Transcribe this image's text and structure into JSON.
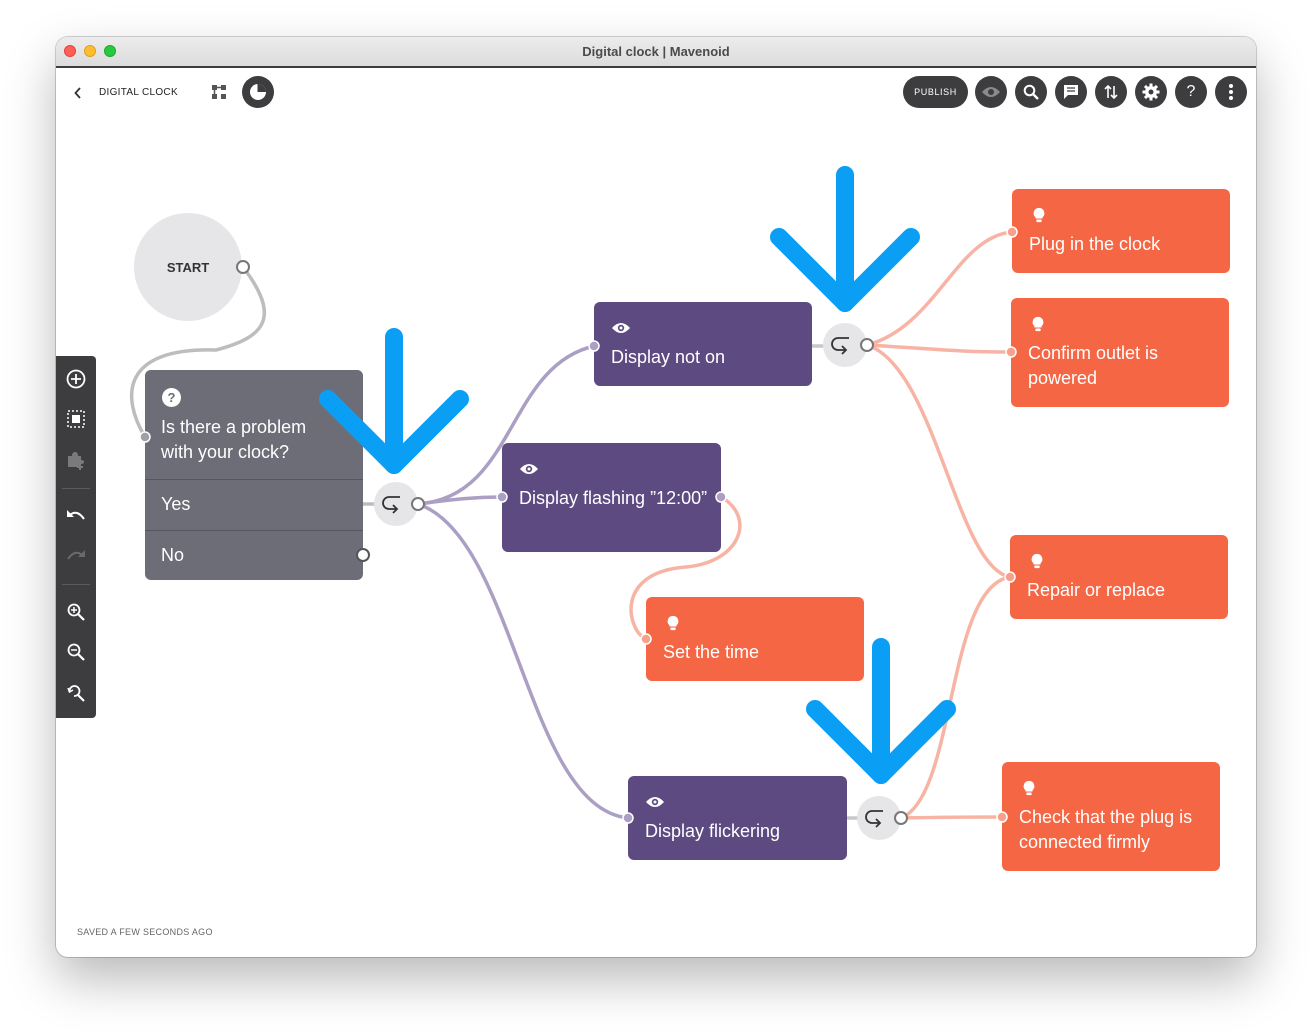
{
  "window": {
    "title": "Digital clock | Mavenoid"
  },
  "toolbar": {
    "back_icon": "chevron-left-icon",
    "breadcrumb": "DIGITAL CLOCK",
    "publish_label": "PUBLISH",
    "buttons": [
      "pie-chart-icon",
      "eye-icon",
      "search-icon",
      "comment-icon",
      "import-export-icon",
      "gear-icon",
      "help-icon",
      "more-vertical-icon"
    ]
  },
  "left_tools": [
    "add-node-icon",
    "select-icon",
    "puzzle-add-icon",
    "undo-icon",
    "redo-icon",
    "zoom-in-icon",
    "zoom-out-icon",
    "zoom-reset-icon"
  ],
  "flow": {
    "start_label": "START",
    "question": {
      "icon": "question-icon",
      "text": "Is there a problem with your clock?",
      "options": [
        "Yes",
        "No"
      ]
    },
    "nodes": {
      "display_not_on": "Display not on",
      "display_flashing": "Display flashing ”12:00”",
      "display_flickering": "Display flickering",
      "set_time": "Set the time",
      "plug_in": "Plug in the clock",
      "confirm_outlet": "Confirm outlet is powered",
      "repair_replace": "Repair or replace",
      "check_plug": "Check that the plug is connected firmly"
    }
  },
  "status": {
    "saved": "SAVED A FEW SECONDS AGO"
  },
  "colors": {
    "info_node": "#5c4a80",
    "solution_node": "#f56644",
    "question_node": "#6c6d77",
    "annotation_arrow": "#0a9ff5"
  }
}
